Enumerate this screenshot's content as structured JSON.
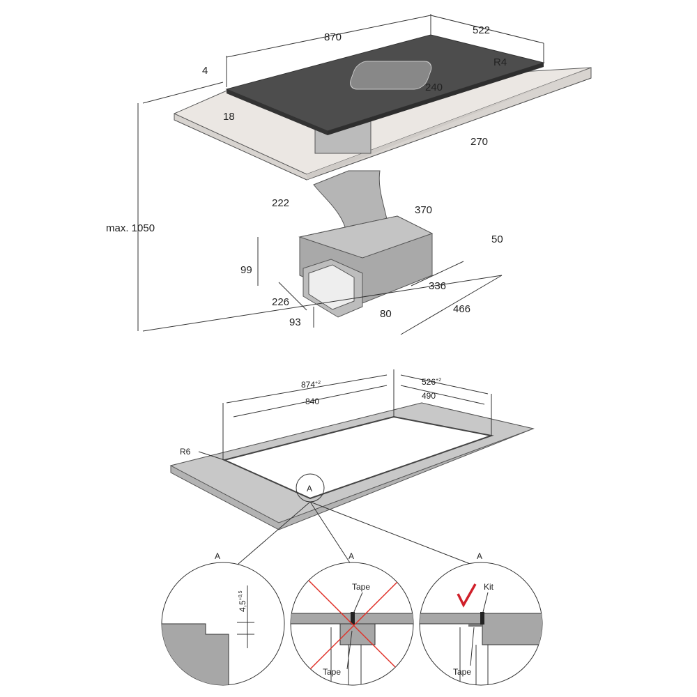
{
  "top_view": {
    "dims": {
      "width": "870",
      "depth": "522",
      "radius": "R4",
      "thickness": "4",
      "inset": "18",
      "vent_width": "240",
      "vent_offset": "270",
      "duct_width": "222",
      "duct_depth": "370",
      "box_offset": "50",
      "box_height": "99",
      "box_depth": "336",
      "box_total": "466",
      "outlet_width": "226",
      "outlet_height": "93",
      "outlet_len": "80",
      "max_height": "max. 1050"
    }
  },
  "cutout_view": {
    "dims": {
      "outer_width": "874",
      "outer_width_tol": "+2",
      "outer_depth": "526",
      "outer_depth_tol": "+2",
      "inner_width": "840",
      "inner_depth": "490",
      "radius": "R6"
    },
    "detail_marker": "A"
  },
  "details": [
    {
      "label": "A",
      "dim": "4,5",
      "dim_tol": "+0,5"
    },
    {
      "label": "A",
      "tape_top": "Tape",
      "tape_bottom": "Tape",
      "status": "wrong"
    },
    {
      "label": "A",
      "kit": "Kit",
      "tape": "Tape",
      "status": "correct"
    }
  ],
  "colors": {
    "wrong": "#e0322a",
    "correct": "#d0202a",
    "hob": "#4d4d4d",
    "counter": "#e9e5e1",
    "grey": "#a7a7a7"
  }
}
